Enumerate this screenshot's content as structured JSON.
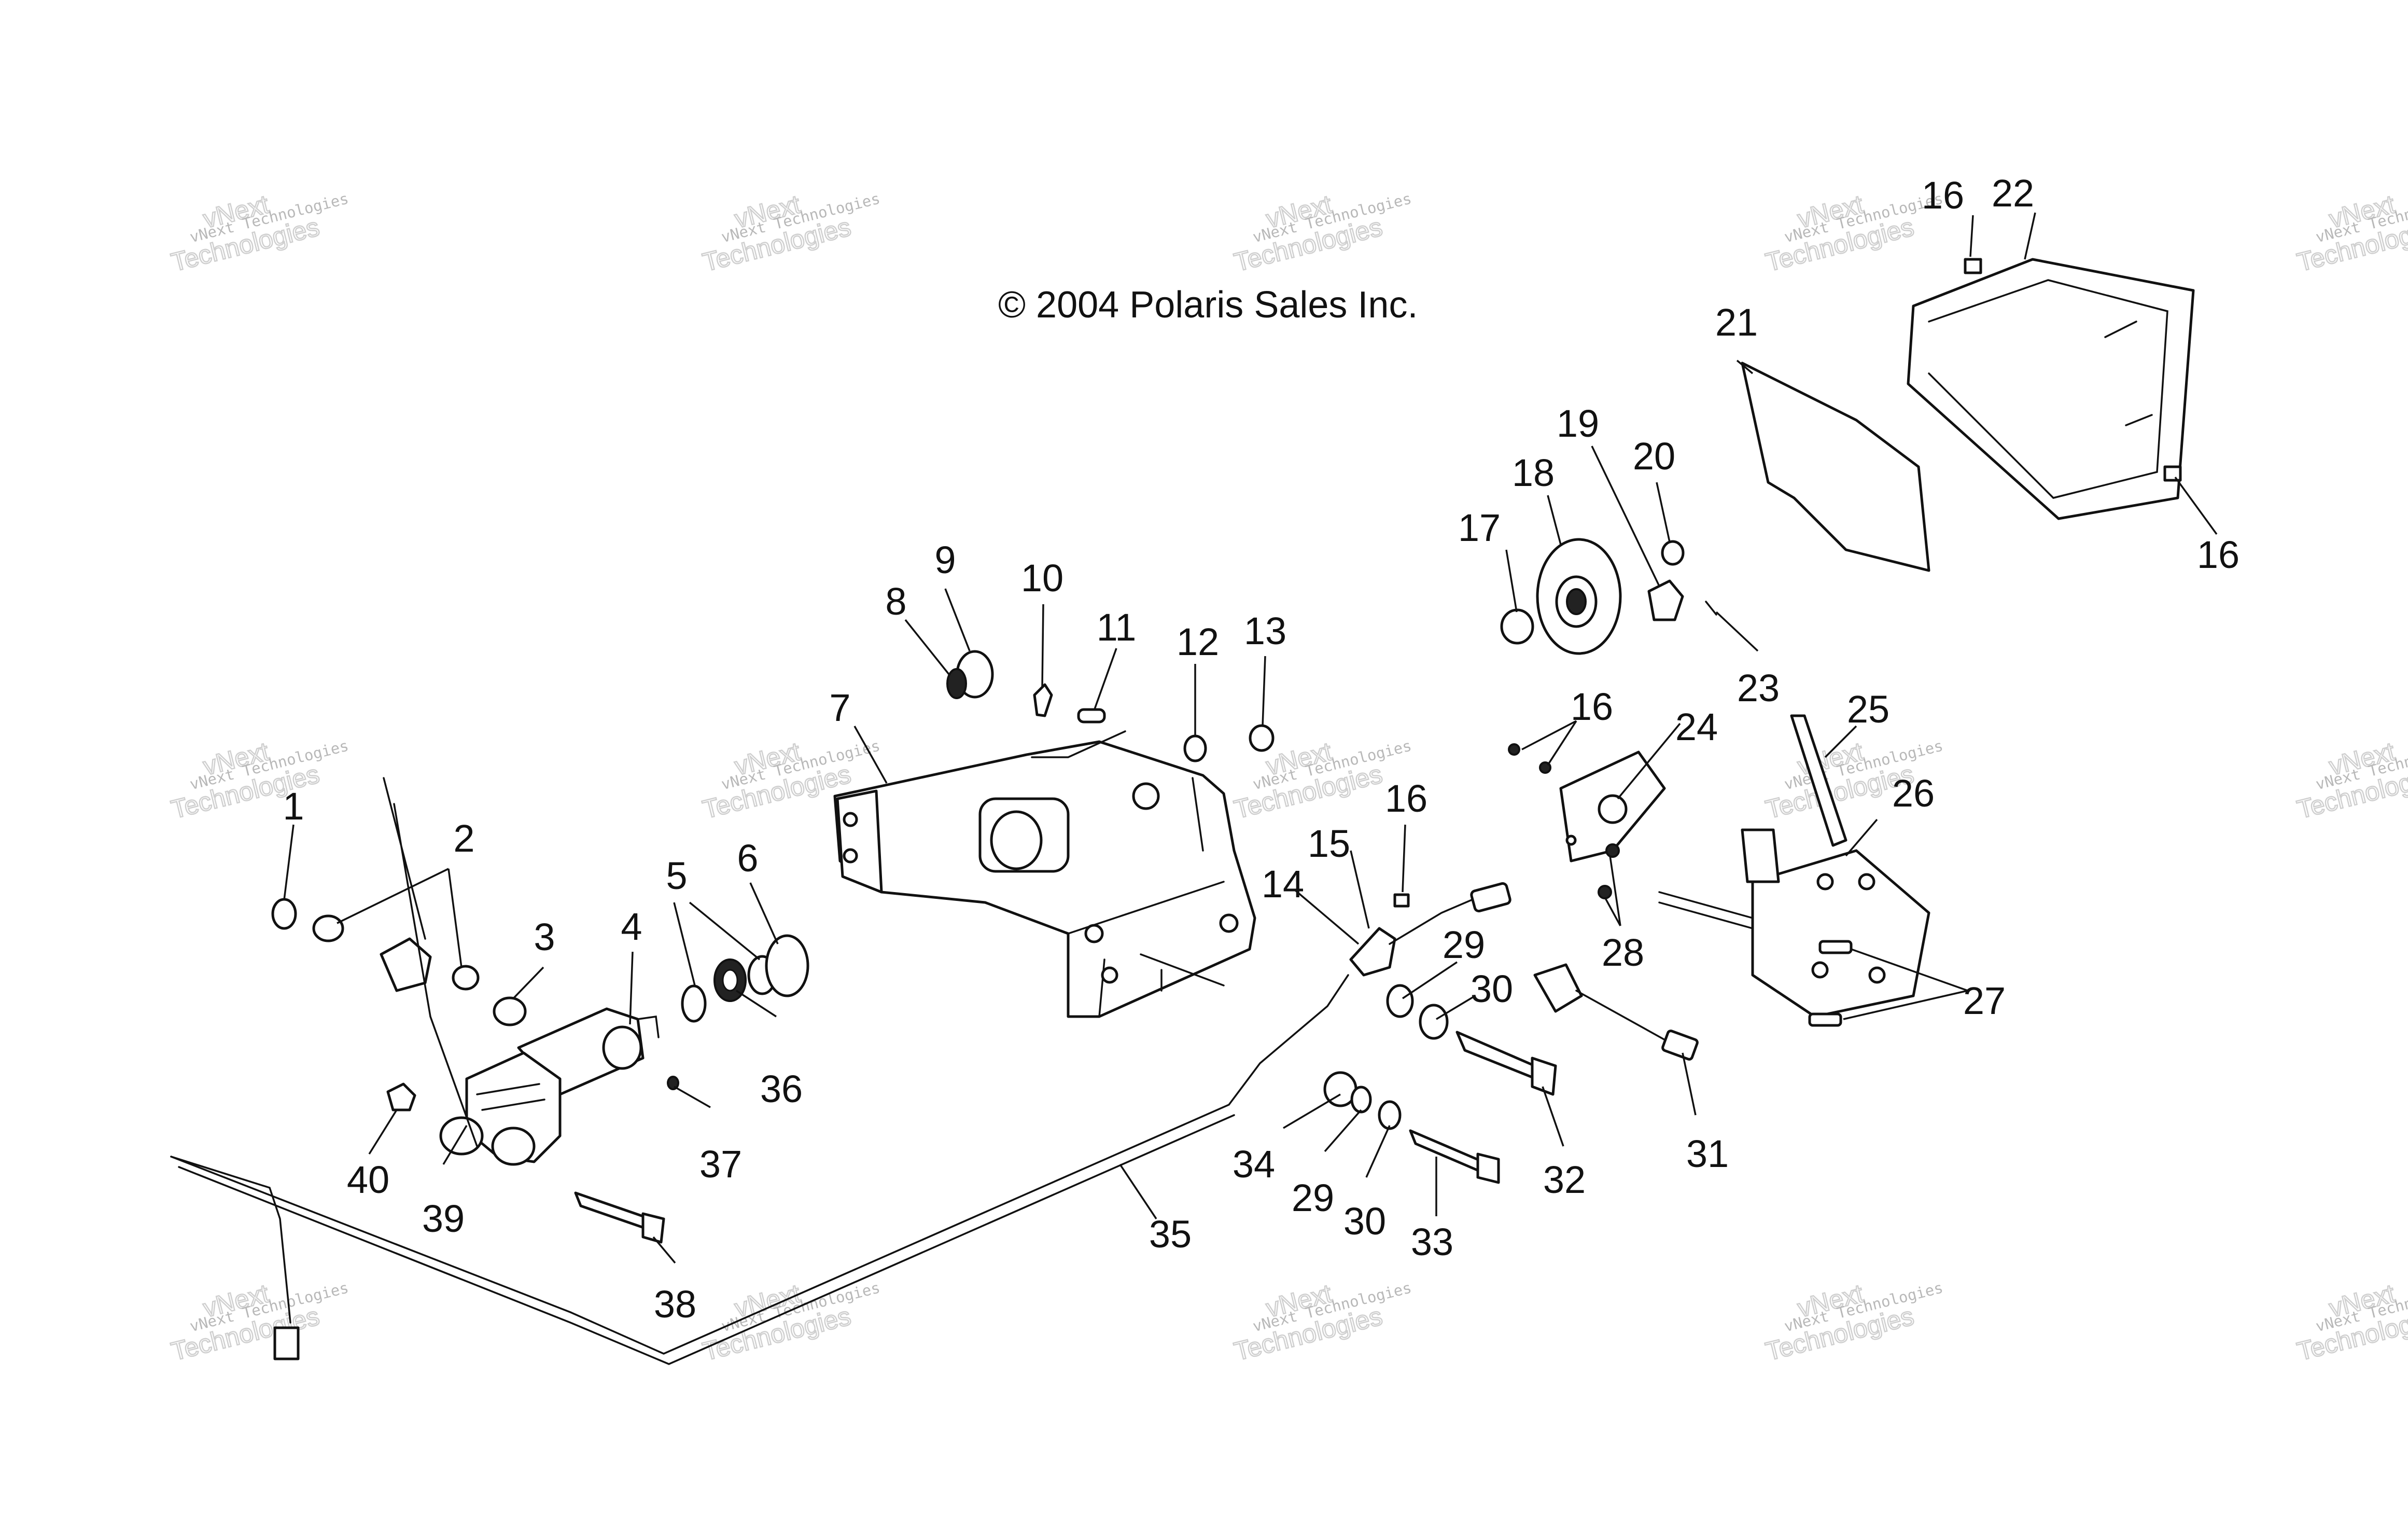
{
  "copyright": "© 2004 Polaris Sales Inc.",
  "watermark": {
    "line1": "vNext Technologies",
    "big_a": "vNext",
    "big_b": "Technologies"
  },
  "callouts": [
    "1",
    "2",
    "3",
    "4",
    "5",
    "6",
    "7",
    "8",
    "9",
    "10",
    "11",
    "12",
    "13",
    "14",
    "15",
    "16",
    "16",
    "16",
    "16",
    "17",
    "18",
    "19",
    "20",
    "21",
    "22",
    "23",
    "24",
    "25",
    "26",
    "27",
    "28",
    "29",
    "29",
    "30",
    "30",
    "31",
    "32",
    "33",
    "34",
    "35",
    "36",
    "37",
    "38",
    "39",
    "40"
  ]
}
